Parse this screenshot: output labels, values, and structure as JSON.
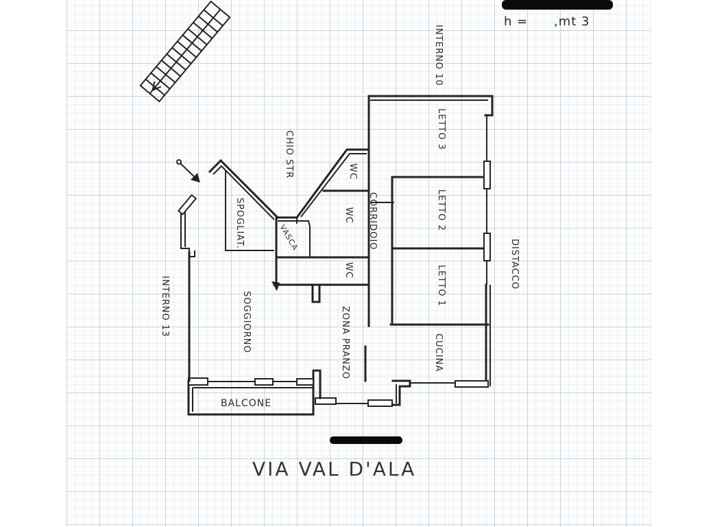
{
  "document": {
    "type": "hand-drawn floor plan on grid paper",
    "height_note": {
      "prefix": "h =",
      "value": ",mt 3"
    },
    "street": "VIA VAL D'ALA",
    "redacted_top": true,
    "redacted_bottom": true
  },
  "labels": {
    "interno_10": "INTERNO 10",
    "interno_13": "INTERNO 13",
    "chiostro": "CHIO STR",
    "distacco": "DISTACCO",
    "letto_3": "LETTO 3",
    "letto_2": "LETTO 2",
    "letto_1": "LETTO 1",
    "corridoio": "CORRIDOIO",
    "wc_1": "WC",
    "wc_2": "WC",
    "wc_3": "WC",
    "spogliat": "SPOGLIAT.",
    "vasca": "VASCA",
    "soggiorno": "SOGGIORNO",
    "zona_pranzo": "ZONA PRANZO",
    "cucina": "CUCINA",
    "balcone": "BALCONE"
  },
  "icons": {
    "stairs": "staircase-icon",
    "entrance_arrow": "entrance-arrow-icon"
  },
  "colors": {
    "ink": "#222222",
    "paper": "#fbfcfd",
    "grid": "#96a0aa",
    "redaction": "#0a0a0a"
  }
}
